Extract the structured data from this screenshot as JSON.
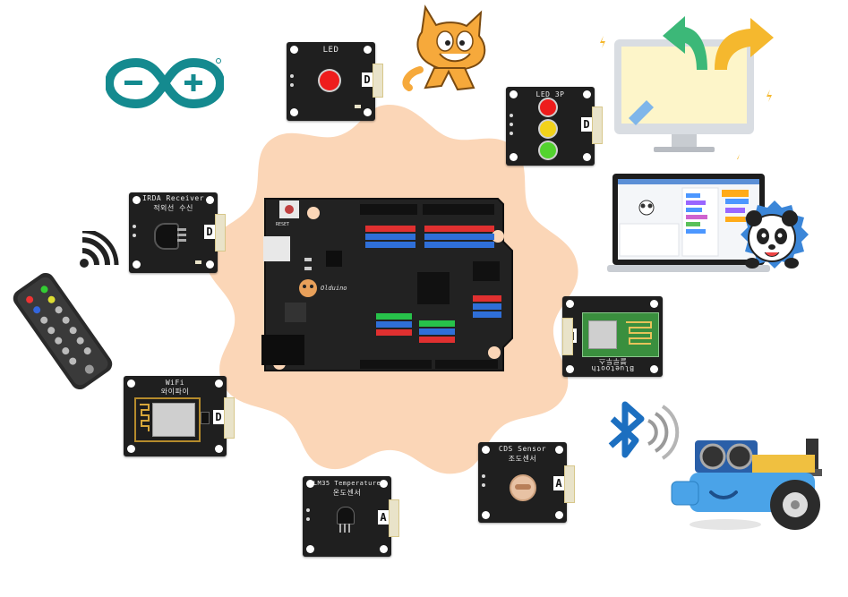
{
  "modules": {
    "led": {
      "title": "LED",
      "letter": "D"
    },
    "led3p": {
      "title": "LED 3P",
      "letter": "D"
    },
    "irda": {
      "title": "IRDA Receiver",
      "subtitle": "적외선 수신",
      "letter": "D"
    },
    "wifi": {
      "title": "WiFi",
      "subtitle": "와이파이",
      "letter": "D"
    },
    "bluetooth": {
      "title": "Bluetooth",
      "subtitle": "블루투스",
      "letter": "D"
    },
    "cds": {
      "title": "CDS Sensor",
      "subtitle": "조도센서",
      "letter": "A"
    },
    "lm35": {
      "title": "LM35 Temperature",
      "subtitle": "온도센서",
      "letter": "A"
    }
  },
  "board": {
    "reset_label": "RESET",
    "brand": "Olduino"
  },
  "colors": {
    "blob": "#fbd6b7",
    "arduino_teal": "#148a8f",
    "board": "#222222",
    "header_red": "#e03030",
    "header_blue": "#2f6fd8",
    "header_green": "#27c24a",
    "bluetooth_blue": "#1c6fc0",
    "robot_blue": "#4aa3e8",
    "arrow_green": "#3cb878",
    "arrow_yellow": "#f5b82e"
  },
  "icons": [
    "arduino-logo-icon",
    "scratch-cat-icon",
    "wifi-signal-icon",
    "ir-remote-icon",
    "monitor-upload-icon",
    "laptop-scratch-icon",
    "panda-gear-icon",
    "bluetooth-icon",
    "robot-car-icon"
  ]
}
